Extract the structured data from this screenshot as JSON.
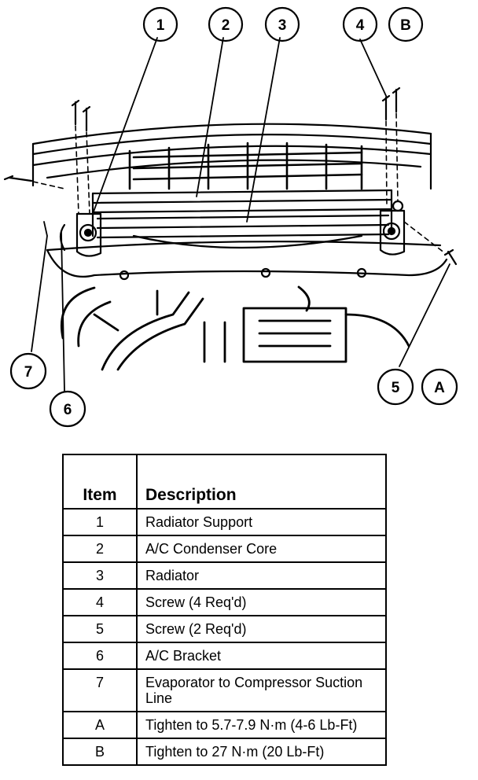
{
  "callouts": {
    "c1": "1",
    "c2": "2",
    "c3": "3",
    "c4": "4",
    "cB": "B",
    "c5": "5",
    "cA": "A",
    "c6": "6",
    "c7": "7"
  },
  "table": {
    "headers": {
      "item": "Item",
      "description": "Description"
    },
    "rows": [
      {
        "item": "1",
        "description": "Radiator Support"
      },
      {
        "item": "2",
        "description": "A/C Condenser Core"
      },
      {
        "item": "3",
        "description": "Radiator"
      },
      {
        "item": "4",
        "description": "Screw (4 Req'd)"
      },
      {
        "item": "5",
        "description": "Screw (2 Req'd)"
      },
      {
        "item": "6",
        "description": "A/C Bracket"
      },
      {
        "item": "7",
        "description": "Evaporator to Compressor Suction Line"
      },
      {
        "item": "A",
        "description": "Tighten to 5.7-7.9 N·m (4-6 Lb-Ft)"
      },
      {
        "item": "B",
        "description": "Tighten to 27 N·m (20 Lb-Ft)"
      }
    ]
  }
}
